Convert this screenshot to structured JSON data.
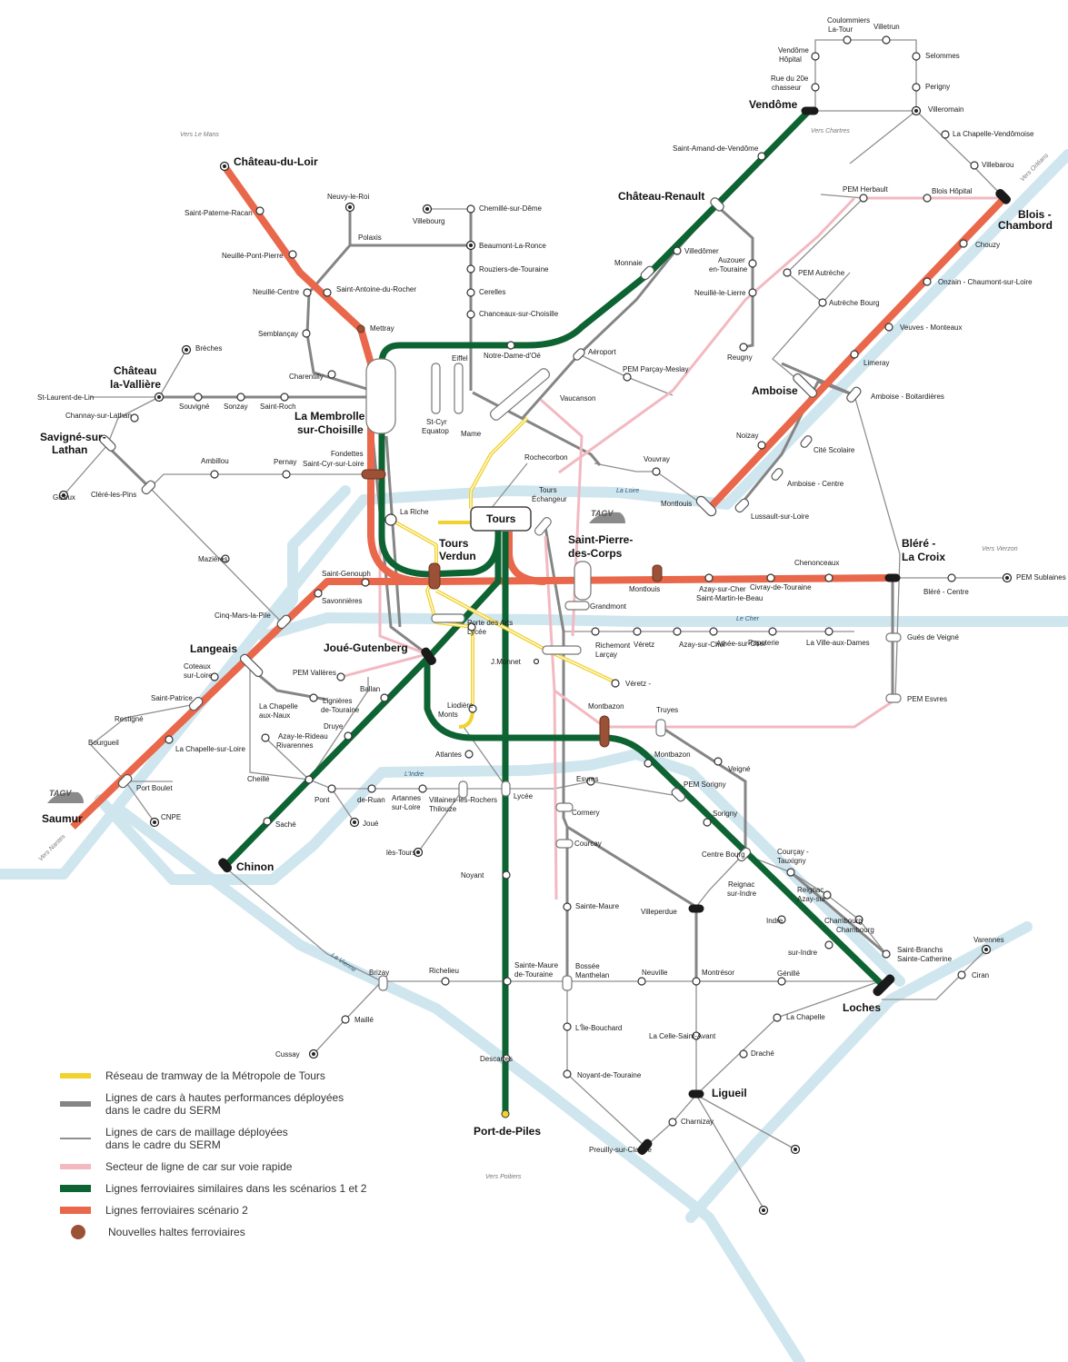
{
  "colors": {
    "river": "#cfe6ef",
    "tram": "#f1d22e",
    "car_hp": "#858585",
    "car_maillage": "#8f8f8f",
    "voie_rapide": "#f2b9c1",
    "rail_green": "#0e6332",
    "rail_orange": "#e9674a",
    "halte": "#9a5136"
  },
  "vers": [
    {
      "key": "le_mans",
      "label": "Vers Le Mans"
    },
    {
      "key": "chartres",
      "label": "Vers Chartres"
    },
    {
      "key": "orleans",
      "label": "Vers Orléans"
    },
    {
      "key": "vierzon",
      "label": "Vers Vierzon"
    },
    {
      "key": "nantes",
      "label": "Vers Nantes"
    },
    {
      "key": "poitiers",
      "label": "Vers Poitiers"
    }
  ],
  "rivers": [
    {
      "key": "loire",
      "label": "La Loire"
    },
    {
      "key": "cher",
      "label": "Le Cher"
    },
    {
      "key": "indre",
      "label": "L'Indre"
    },
    {
      "key": "vienne",
      "label": "La Vienne"
    }
  ],
  "major_stations": [
    {
      "key": "vendome",
      "label": "Vendôme"
    },
    {
      "key": "chateau_du_loir",
      "label": "Château-du-Loir"
    },
    {
      "key": "chateau_renault",
      "label": "Château-Renault"
    },
    {
      "key": "blois",
      "label": "Blois -"
    },
    {
      "key": "blois2",
      "label": "Chambord"
    },
    {
      "key": "chateau_la_valliere",
      "label": "Château"
    },
    {
      "key": "chateau_la_valliere2",
      "label": "la-Vallière"
    },
    {
      "key": "la_membrolle",
      "label": "La Membrolle"
    },
    {
      "key": "la_membrolle2",
      "label": "sur-Choisille"
    },
    {
      "key": "savigne",
      "label": "Savigné-sur-"
    },
    {
      "key": "savigne2",
      "label": "Lathan"
    },
    {
      "key": "amboise",
      "label": "Amboise"
    },
    {
      "key": "tours",
      "label": "Tours"
    },
    {
      "key": "tours_verdun",
      "label": "Tours"
    },
    {
      "key": "tours_verdun2",
      "label": "Verdun"
    },
    {
      "key": "spdc",
      "label": "Saint-Pierre-"
    },
    {
      "key": "spdc2",
      "label": "des-Corps"
    },
    {
      "key": "blere",
      "label": "Bléré -"
    },
    {
      "key": "blere2",
      "label": "La Croix"
    },
    {
      "key": "langeais",
      "label": "Langeais"
    },
    {
      "key": "joue",
      "label": "Joué-Gutenberg"
    },
    {
      "key": "saumur",
      "label": "Saumur"
    },
    {
      "key": "chinon",
      "label": "Chinon"
    },
    {
      "key": "loches",
      "label": "Loches"
    },
    {
      "key": "ligueil",
      "label": "Ligueil"
    },
    {
      "key": "port_de_piles",
      "label": "Port-de-Piles"
    }
  ],
  "stops": [
    {
      "key": "coulommiers",
      "label": "Coulommiers"
    },
    {
      "key": "coulommiers2",
      "label": "La-Tour"
    },
    {
      "key": "villetrun",
      "label": "Villetrun"
    },
    {
      "key": "vendome_hopital",
      "label": "Vendôme"
    },
    {
      "key": "vendome_hopital2",
      "label": "Hôpital"
    },
    {
      "key": "selommes",
      "label": "Selommes"
    },
    {
      "key": "rue20e",
      "label": "Rue du 20e"
    },
    {
      "key": "rue20e2",
      "label": "chasseur"
    },
    {
      "key": "perigny",
      "label": "Perigny"
    },
    {
      "key": "villeromain",
      "label": "Villeromain"
    },
    {
      "key": "chapelle_vendomoise",
      "label": "La Chapelle-Vendômoise"
    },
    {
      "key": "villebarou",
      "label": "Villebarou"
    },
    {
      "key": "saint_amand",
      "label": "Saint-Amand-de-Vendôme"
    },
    {
      "key": "pem_herbault",
      "label": "PEM Herbault"
    },
    {
      "key": "blois_hopital",
      "label": "Blois Hôpital"
    },
    {
      "key": "chouzy",
      "label": "Chouzy"
    },
    {
      "key": "onzain",
      "label": "Onzain - Chaumont-sur-Loire"
    },
    {
      "key": "pem_autreche",
      "label": "PEM Autrèche"
    },
    {
      "key": "autreche_bourg",
      "label": "Autrèche Bourg"
    },
    {
      "key": "veuves",
      "label": "Veuves - Monteaux"
    },
    {
      "key": "limeray",
      "label": "Limeray"
    },
    {
      "key": "amboise_boitardieres",
      "label": "Amboise - Boitardières"
    },
    {
      "key": "noizay",
      "label": "Noizay"
    },
    {
      "key": "cite_scolaire",
      "label": "Cité Scolaire"
    },
    {
      "key": "amboise_centre",
      "label": "Amboise - Centre"
    },
    {
      "key": "lussault",
      "label": "Lussault-sur-Loire"
    },
    {
      "key": "montlouis",
      "label": "Montlouis"
    },
    {
      "key": "vouvray",
      "label": "Vouvray"
    },
    {
      "key": "villedomer",
      "label": "Villedômer"
    },
    {
      "key": "auzouer",
      "label": "Auzouer"
    },
    {
      "key": "auzouer2",
      "label": "en-Touraine"
    },
    {
      "key": "neuille_le_lierre",
      "label": "Neuillé-le-Lierre"
    },
    {
      "key": "reugny",
      "label": "Reugny"
    },
    {
      "key": "monnaie",
      "label": "Monnaie"
    },
    {
      "key": "pem_parcay",
      "label": "PEM Parçay-Meslay"
    },
    {
      "key": "aeroport",
      "label": "Aéroport"
    },
    {
      "key": "vaucanson",
      "label": "Vaucanson"
    },
    {
      "key": "rochecorbon",
      "label": "Rochecorbon"
    },
    {
      "key": "notre_dame",
      "label": "Notre-Dame-d'Oé"
    },
    {
      "key": "eiffel",
      "label": "Eiffel"
    },
    {
      "key": "mame",
      "label": "Mame"
    },
    {
      "key": "st_cyr",
      "label": "St-Cyr"
    },
    {
      "key": "st_cyr2",
      "label": "Equatop"
    },
    {
      "key": "chemille",
      "label": "Chemillé-sur-Dême"
    },
    {
      "key": "villebourg",
      "label": "Villebourg"
    },
    {
      "key": "beaumont",
      "label": "Beaumont-La-Ronce"
    },
    {
      "key": "rouziers",
      "label": "Rouziers-de-Touraine"
    },
    {
      "key": "cerelles",
      "label": "Cerelles"
    },
    {
      "key": "chanceaux",
      "label": "Chanceaux-sur-Choisille"
    },
    {
      "key": "neuvy",
      "label": "Neuvy-le-Roi"
    },
    {
      "key": "polaxis",
      "label": "Polaxis"
    },
    {
      "key": "saint_pater",
      "label": "Saint-Paterne-Racan"
    },
    {
      "key": "neuille_pont",
      "label": "Neuillé-Pont-Pierre"
    },
    {
      "key": "neuille_centre",
      "label": "Neuillé-Centre"
    },
    {
      "key": "saint_antoine",
      "label": "Saint-Antoine-du-Rocher"
    },
    {
      "key": "mettray",
      "label": "Mettray"
    },
    {
      "key": "semblancay",
      "label": "Semblançay"
    },
    {
      "key": "charentilly",
      "label": "Charentilly"
    },
    {
      "key": "breches",
      "label": "Brèches"
    },
    {
      "key": "st_laurent",
      "label": "St-Laurent-de-Lin"
    },
    {
      "key": "souvigne",
      "label": "Souvigné"
    },
    {
      "key": "sonzay",
      "label": "Sonzay"
    },
    {
      "key": "saint_roch",
      "label": "Saint-Roch"
    },
    {
      "key": "channay",
      "label": "Channay-sur-Lathan"
    },
    {
      "key": "gizeux",
      "label": "Gizeux"
    },
    {
      "key": "clere",
      "label": "Cléré-les-Pins"
    },
    {
      "key": "ambillou",
      "label": "Ambillou"
    },
    {
      "key": "pernay",
      "label": "Pernay"
    },
    {
      "key": "fondettes",
      "label": "Fondettes"
    },
    {
      "key": "fondettes2",
      "label": "Saint-Cyr-sur-Loire"
    },
    {
      "key": "la_riche",
      "label": "La Riche"
    },
    {
      "key": "tours_echangeur",
      "label": "Tours"
    },
    {
      "key": "tours_echangeur2",
      "label": "Échangeur"
    },
    {
      "key": "mazieres",
      "label": "Mazières"
    },
    {
      "key": "saint_genouph",
      "label": "Saint-Genouph"
    },
    {
      "key": "savonnieres",
      "label": "Savonnières"
    },
    {
      "key": "cinq_mars",
      "label": "Cinq-Mars-la-Pile"
    },
    {
      "key": "coteaux",
      "label": "Coteaux"
    },
    {
      "key": "coteaux2",
      "label": "sur-Loire"
    },
    {
      "key": "saint_patrice",
      "label": "Saint-Patrice"
    },
    {
      "key": "restigne",
      "label": "Restigné"
    },
    {
      "key": "bourgueil",
      "label": "Bourgueil"
    },
    {
      "key": "la_chapelle_loire",
      "label": "La Chapelle-sur-Loire"
    },
    {
      "key": "port_boulet",
      "label": "Port Boulet"
    },
    {
      "key": "cnpe",
      "label": "CNPE"
    },
    {
      "key": "pem_vallieres",
      "label": "PEM Vallères"
    },
    {
      "key": "la_chapelle_naux",
      "label": "La Chapelle"
    },
    {
      "key": "la_chapelle_naux2",
      "label": "aux-Naux"
    },
    {
      "key": "lignieres",
      "label": "Lignières"
    },
    {
      "key": "lignieres2",
      "label": "de-Touraine"
    },
    {
      "key": "ballan",
      "label": "Ballan"
    },
    {
      "key": "druye",
      "label": "Druye"
    },
    {
      "key": "azay_rideau",
      "label": "Azay-le-Rideau"
    },
    {
      "key": "rivarennes",
      "label": "Rivarennes"
    },
    {
      "key": "cheille",
      "label": "Cheillé"
    },
    {
      "key": "sache",
      "label": "Saché"
    },
    {
      "key": "pont_ruan",
      "label": "Pont"
    },
    {
      "key": "pont_ruan2",
      "label": "de-Ruan"
    },
    {
      "key": "artannes",
      "label": "Artannes"
    },
    {
      "key": "artannes2",
      "label": "sur-Loire"
    },
    {
      "key": "villaines",
      "label": "Villaines-les-Rochers"
    },
    {
      "key": "thilouze",
      "label": "Thilouze"
    },
    {
      "key": "joue_tours",
      "label": "Joué"
    },
    {
      "key": "joue_tours2",
      "label": "lès-Tours"
    },
    {
      "key": "porte_arts",
      "label": "Porte des Arts"
    },
    {
      "key": "lycee_monnet",
      "label": "Lycée"
    },
    {
      "key": "lycee_monnet2",
      "label": "J.Monnet"
    },
    {
      "key": "liodiere",
      "label": "Liodière"
    },
    {
      "key": "monts",
      "label": "Monts"
    },
    {
      "key": "atlantes",
      "label": "Atlantes"
    },
    {
      "key": "lycee_grandmont",
      "label": "Lycée"
    },
    {
      "key": "lycee_grandmont2",
      "label": "Grandmont"
    },
    {
      "key": "richemont",
      "label": "Richemont"
    },
    {
      "key": "larcay",
      "label": "Larçay"
    },
    {
      "key": "veretz",
      "label": "Véretz"
    },
    {
      "key": "azay_cher_bus",
      "label": "Azay-sur-Cher"
    },
    {
      "key": "athee",
      "label": "Athée-sur-Cher"
    },
    {
      "key": "papoterie",
      "label": "Papoterie"
    },
    {
      "key": "ville_aux_dames",
      "label": "La Ville-aux-Dames"
    },
    {
      "key": "veretz_montlouis",
      "label": "Véretz -"
    },
    {
      "key": "veretz_montlouis2",
      "label": "Montlouis"
    },
    {
      "key": "azay_cher",
      "label": "Azay-sur-Cher"
    },
    {
      "key": "saint_martin",
      "label": "Saint-Martin-le-Beau"
    },
    {
      "key": "civray",
      "label": "Civray-de-Touraine"
    },
    {
      "key": "chenonceaux",
      "label": "Chenonceaux"
    },
    {
      "key": "blere_centre",
      "label": "Bléré - Centre"
    },
    {
      "key": "pem_sublaines",
      "label": "PEM Sublaines"
    },
    {
      "key": "gues_veigne",
      "label": "Gués de Veigné"
    },
    {
      "key": "pem_esvres",
      "label": "PEM Esvres"
    },
    {
      "key": "montbazon_rail",
      "label": "Montbazon"
    },
    {
      "key": "truyes",
      "label": "Truyes"
    },
    {
      "key": "montbazon",
      "label": "Montbazon"
    },
    {
      "key": "veigne",
      "label": "Veigné"
    },
    {
      "key": "esvres",
      "label": "Esvres"
    },
    {
      "key": "pem_sorigny",
      "label": "PEM Sorigny"
    },
    {
      "key": "sorigny",
      "label": "Sorigny"
    },
    {
      "key": "cormery",
      "label": "Cormery"
    },
    {
      "key": "courcay_bourg",
      "label": "Courcay"
    },
    {
      "key": "courcay_bourg2",
      "label": "Centre Bourg"
    },
    {
      "key": "courcay_tauxigny",
      "label": "Courçay -"
    },
    {
      "key": "courcay_tauxigny2",
      "label": "Tauxigny"
    },
    {
      "key": "reignac_indre",
      "label": "Reignac"
    },
    {
      "key": "reignac_indre2",
      "label": "sur-Indre"
    },
    {
      "key": "reignac",
      "label": "Reignac"
    },
    {
      "key": "azay_indre",
      "label": "Azay-sur"
    },
    {
      "key": "azay_indre2",
      "label": "Indre"
    },
    {
      "key": "chambourg",
      "label": "Chambourg"
    },
    {
      "key": "chambourg_indre",
      "label": "Chambourg"
    },
    {
      "key": "chambourg_indre2",
      "label": "sur-Indre"
    },
    {
      "key": "saint_branchs",
      "label": "Saint-Branchs"
    },
    {
      "key": "sainte_catherine",
      "label": "Sainte-Catherine"
    },
    {
      "key": "villeperdue",
      "label": "Villeperdue"
    },
    {
      "key": "sainte_maure_noyant",
      "label": "Sainte-Maure"
    },
    {
      "key": "sainte_maure_noyant2",
      "label": "Noyant"
    },
    {
      "key": "sainte_maure_touraine",
      "label": "Sainte-Maure"
    },
    {
      "key": "sainte_maure_touraine2",
      "label": "de-Touraine"
    },
    {
      "key": "bossee",
      "label": "Bossée"
    },
    {
      "key": "manthelan",
      "label": "Manthelan"
    },
    {
      "key": "neuville",
      "label": "Neuville"
    },
    {
      "key": "montresor",
      "label": "Montrésor"
    },
    {
      "key": "genille",
      "label": "Génillé"
    },
    {
      "key": "varennes",
      "label": "Varennes"
    },
    {
      "key": "ciran",
      "label": "Ciran"
    },
    {
      "key": "la_chapelle_sud",
      "label": "La Chapelle"
    },
    {
      "key": "drache",
      "label": "Draché"
    },
    {
      "key": "la_celle",
      "label": "La Celle-Saint-Avant"
    },
    {
      "key": "l_ile",
      "label": "L'Île-Bouchard"
    },
    {
      "key": "noyant_touraine",
      "label": "Noyant-de-Touraine"
    },
    {
      "key": "brizay",
      "label": "Brizay"
    },
    {
      "key": "richelieu",
      "label": "Richelieu"
    },
    {
      "key": "maille",
      "label": "Maillé"
    },
    {
      "key": "cussay",
      "label": "Cussay"
    },
    {
      "key": "descartes",
      "label": "Descartes"
    },
    {
      "key": "charnizay",
      "label": "Charnizay"
    },
    {
      "key": "preuilly",
      "label": "Preuilly-sur-Claisse"
    }
  ],
  "tgv_logos": [
    {
      "key": "tgv_spdc",
      "label": "TAGV"
    },
    {
      "key": "tgv_saumur",
      "label": "TAGV"
    }
  ],
  "legend": [
    {
      "key": "tram",
      "line1": "Réseau de tramway de la Métropole de Tours",
      "line2": ""
    },
    {
      "key": "car_hp",
      "line1": "Lignes de cars à hautes performances déployées",
      "line2": "dans le cadre du SERM"
    },
    {
      "key": "car_maillage",
      "line1": "Lignes de cars de maillage déployées",
      "line2": "dans le cadre du SERM"
    },
    {
      "key": "voie_rapide",
      "line1": "Secteur de ligne de car sur voie rapide",
      "line2": ""
    },
    {
      "key": "rail_green",
      "line1": "Lignes ferroviaires similaires dans les scénarios 1 et 2",
      "line2": ""
    },
    {
      "key": "rail_orange",
      "line1": "Lignes ferroviaires scénario 2",
      "line2": ""
    },
    {
      "key": "halte",
      "line1": "Nouvelles haltes ferroviaires",
      "line2": ""
    }
  ]
}
